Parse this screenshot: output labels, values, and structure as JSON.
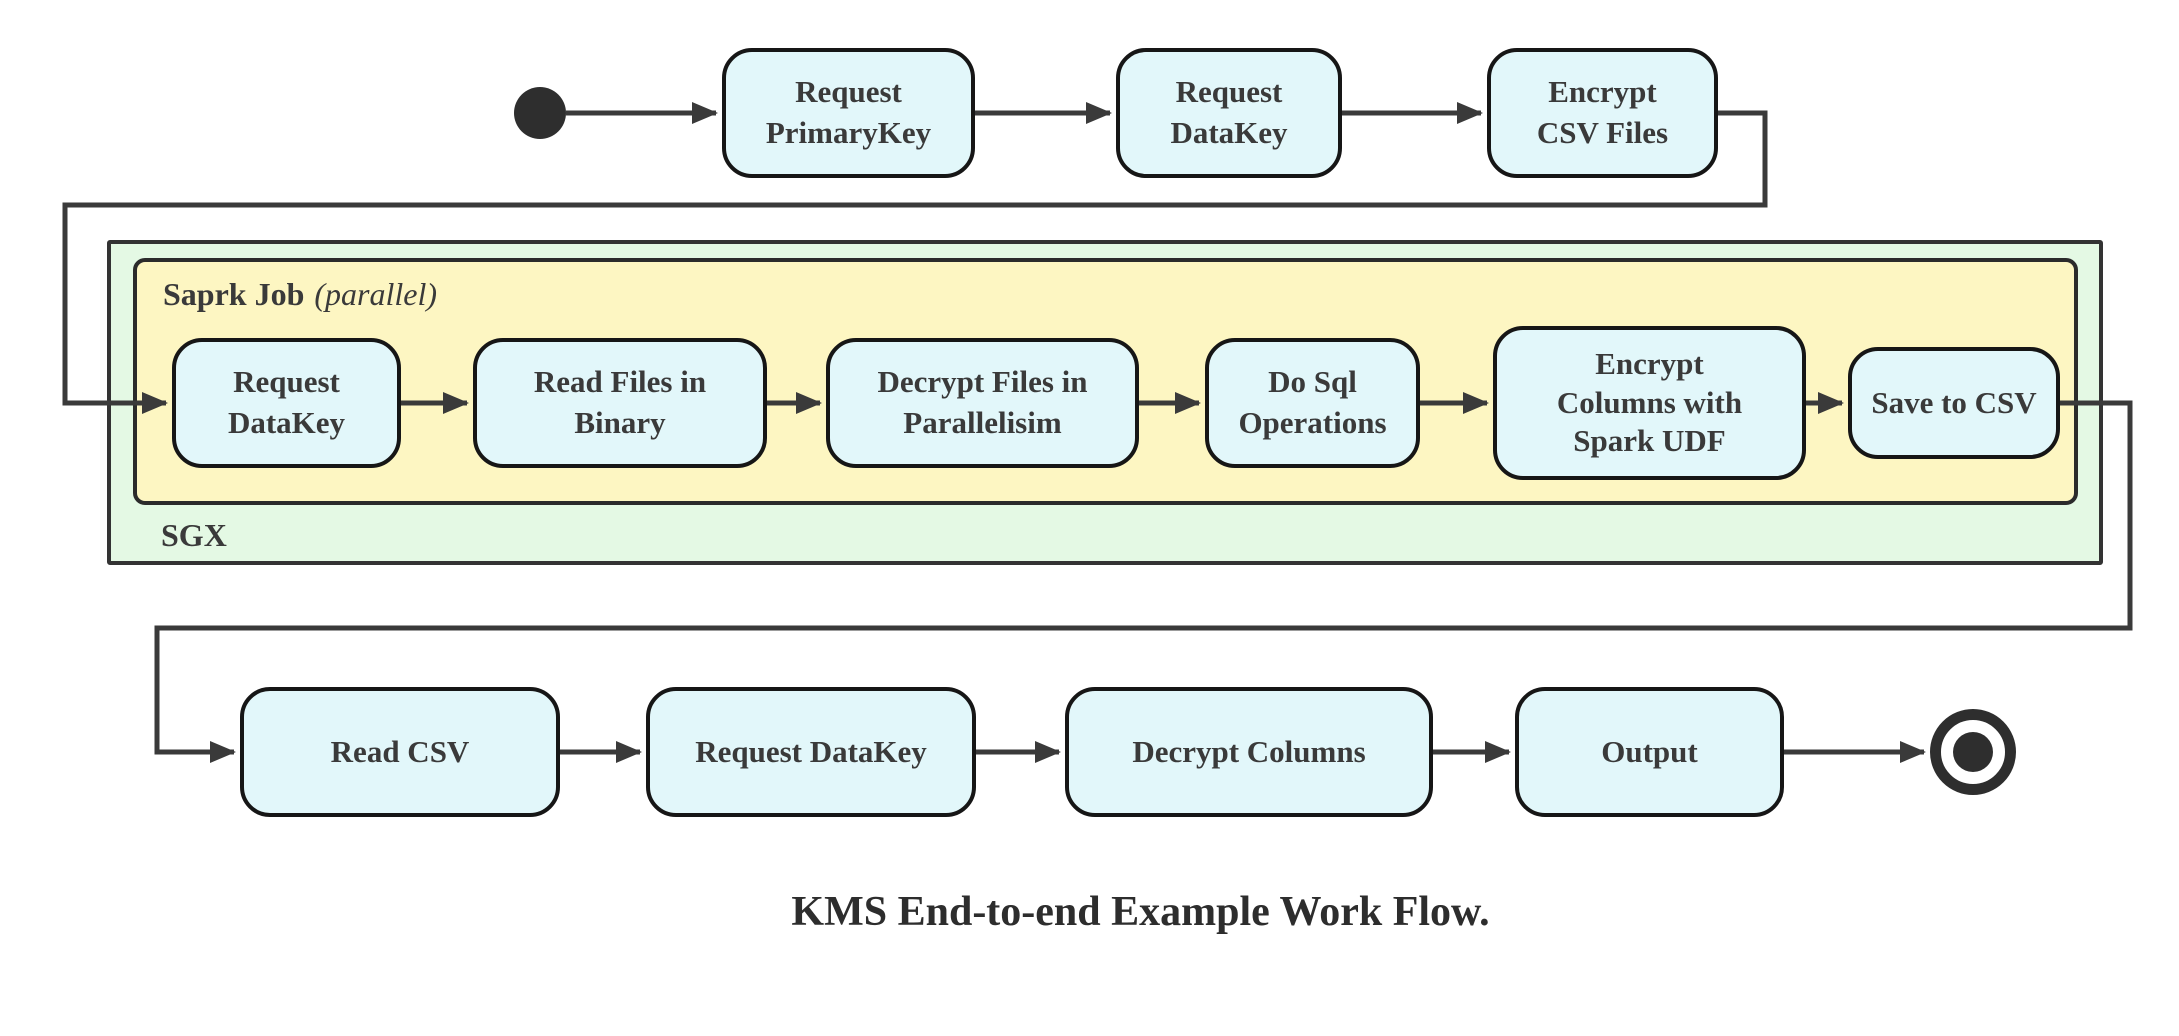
{
  "caption": "KMS End-to-end Example Work Flow.",
  "containers": {
    "sgx": {
      "label": "SGX"
    },
    "spark_job": {
      "label": "Saprk Job",
      "annotation": "(parallel)"
    }
  },
  "nodes": {
    "request_primarykey": {
      "label": "Request\nPrimaryKey"
    },
    "request_datakey": {
      "label": "Request\nDataKey"
    },
    "encrypt_csv_files": {
      "label": "Encrypt\nCSV Files"
    },
    "sgx_request_datakey": {
      "label": "Request\nDataKey"
    },
    "read_files_in_binary": {
      "label": "Read Files in\nBinary"
    },
    "decrypt_files_in_parallelisim": {
      "label": "Decrypt Files in\nParallelisim"
    },
    "do_sql_operations": {
      "label": "Do Sql\nOperations"
    },
    "encrypt_columns_with_spark_udf": {
      "label": "Encrypt\nColumns with\nSpark UDF"
    },
    "save_to_csv": {
      "label": "Save to CSV"
    },
    "read_csv": {
      "label": "Read CSV"
    },
    "request_datakey_final": {
      "label": "Request DataKey"
    },
    "decrypt_columns": {
      "label": "Decrypt Columns"
    },
    "output": {
      "label": "Output"
    }
  },
  "colors": {
    "node_fill": "#e2f7fa",
    "node_border": "#161616",
    "sgx_fill": "#e4f9e4",
    "sgx_border": "#333333",
    "spark_fill": "#fdf6c2",
    "spark_border": "#2b2b2b",
    "line": "#3a3a3a",
    "text": "#3a3a3a",
    "start_fill": "#2e2e2e"
  }
}
